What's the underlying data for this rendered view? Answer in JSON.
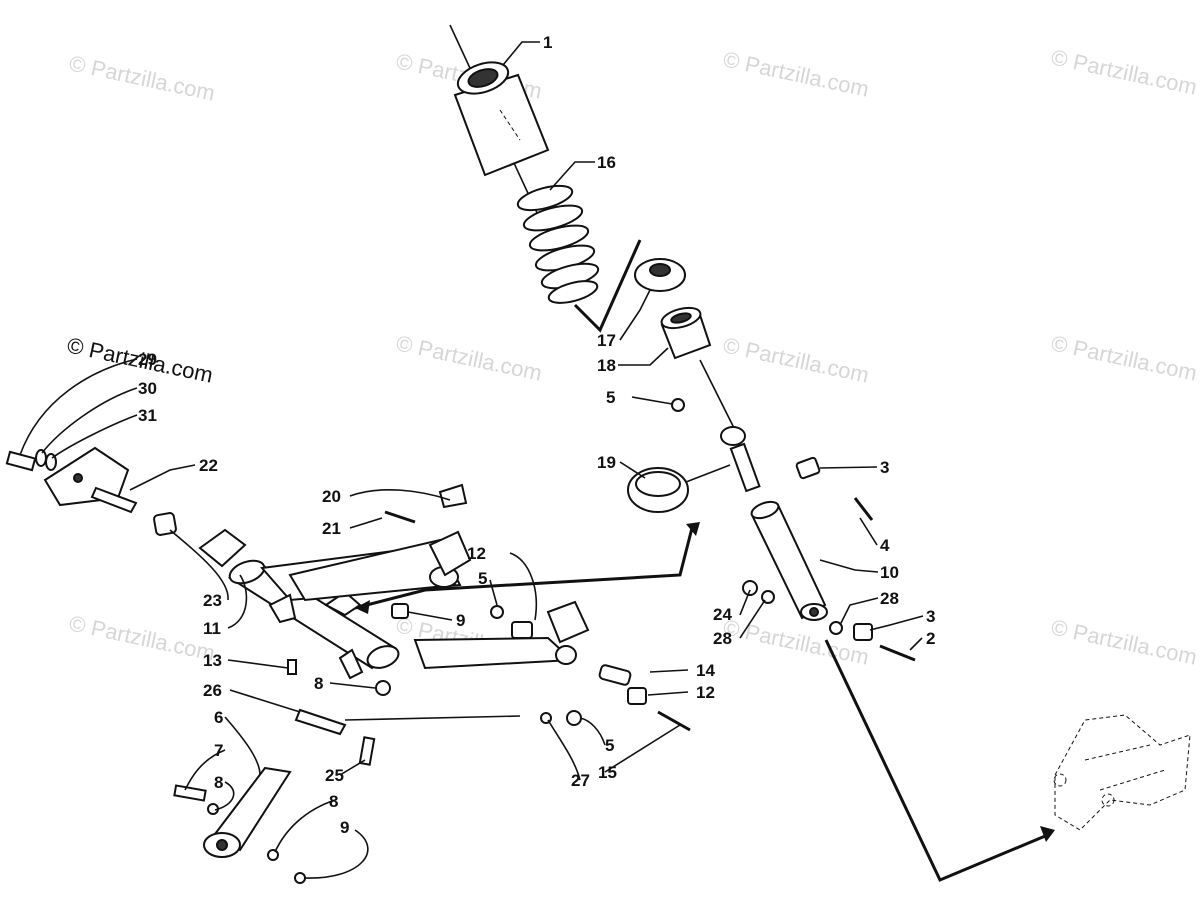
{
  "watermarks": {
    "text": "© Partzilla.com",
    "dark_text": "© Partzilla.com"
  },
  "callouts": {
    "c1": "1",
    "c16": "16",
    "c17": "17",
    "c18": "18",
    "c5a": "5",
    "c19": "19",
    "c3a": "3",
    "c4": "4",
    "c10": "10",
    "c24": "24",
    "c28a": "28",
    "c28b": "28",
    "c3b": "3",
    "c2": "2",
    "c29": "29",
    "c30": "30",
    "c31": "31",
    "c22": "22",
    "c20": "20",
    "c21": "21",
    "c12a": "12",
    "c5b": "5",
    "c9a": "9",
    "c23": "23",
    "c11": "11",
    "c13": "13",
    "c8a": "8",
    "c26": "26",
    "c6": "6",
    "c14": "14",
    "c12b": "12",
    "c5c": "5",
    "c15": "15",
    "c7": "7",
    "c8b": "8",
    "c25": "25",
    "c8c": "8",
    "c9b": "9",
    "c27": "27"
  },
  "colors": {
    "ink": "#111111",
    "watermark": "#d6d6d6",
    "paper": "#ffffff"
  }
}
